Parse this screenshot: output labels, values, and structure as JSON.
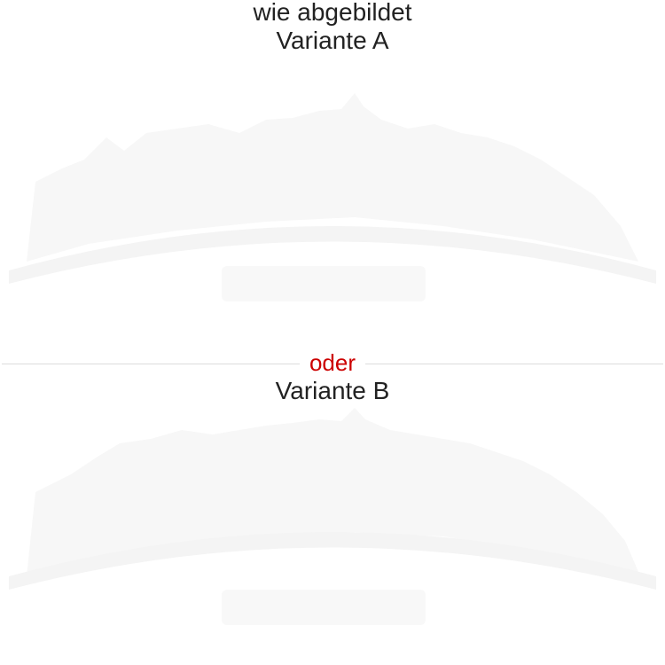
{
  "caption": "wie abgebildet",
  "variant_a": {
    "label": "Variante A",
    "illustration": "mountain-silhouette-icon"
  },
  "separator": {
    "label": "oder",
    "color": "#cc0000"
  },
  "variant_b": {
    "label": "Variante B",
    "illustration": "mountain-silhouette-icon"
  },
  "colors": {
    "text": "#222222",
    "ghost_fill": "#f6f6f6",
    "divider": "#dcdcdc"
  }
}
